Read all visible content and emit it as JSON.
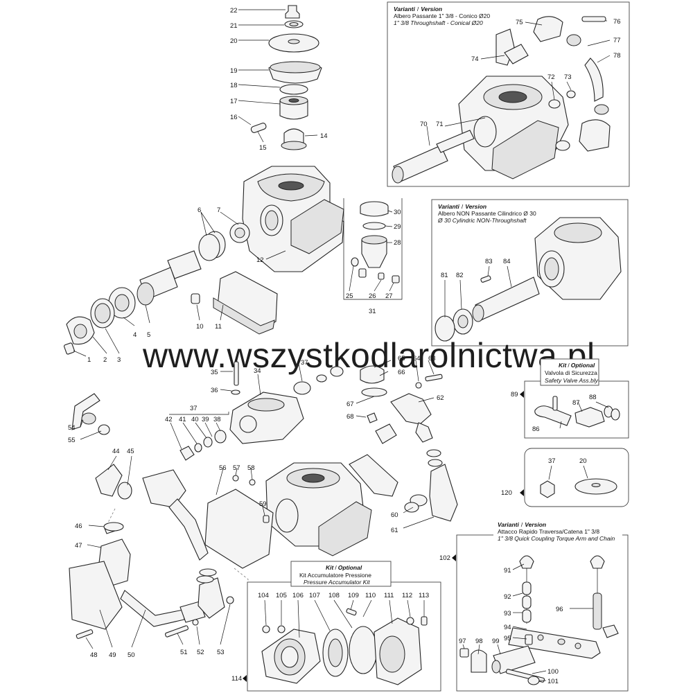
{
  "watermark": "www.wszystkodlarolnictwa.pl",
  "boxes": {
    "version_a": {
      "heading_a": "Varianti",
      "heading_sep": "/",
      "heading_b": "Version",
      "line1": "Albero Passante 1\" 3/8 - Conico Ø20",
      "line2": "1\" 3/8 Throughshaft - Conical Ø20"
    },
    "version_b": {
      "heading_a": "Varianti",
      "heading_sep": "/",
      "heading_b": "Version",
      "line1": "Albero NON Passante Cilindrico Ø 30",
      "line2": "Ø 30 Cylindric NON-Throughshaft"
    },
    "kit_valve": {
      "heading_a": "Kit",
      "heading_sep": "/",
      "heading_b": "Optional",
      "line1": "Valvola di Sicurezza",
      "line2": "Safety Valve Ass.bly",
      "ref": "89"
    },
    "kit_120": {
      "ref": "120"
    },
    "version_c": {
      "heading_a": "Varianti",
      "heading_sep": "/",
      "heading_b": "Version",
      "line1": "Attacco Rapido Traversa/Catena 1\" 3/8",
      "line2": "1\" 3/8 Quick Coupling Torque Arm and Chain",
      "ref": "102"
    },
    "kit_accum": {
      "heading_a": "Kit",
      "heading_sep": "/",
      "heading_b": "Optional",
      "line1": "Kit Accumulatore Pressione",
      "line2": "Pressure Accumulator Kit",
      "ref": "114"
    }
  },
  "parts": {
    "p1": "1",
    "p2": "2",
    "p3": "3",
    "p4": "4",
    "p5": "5",
    "p6": "6",
    "p7": "7",
    "p10": "10",
    "p11": "11",
    "p12": "12",
    "p14": "14",
    "p15": "15",
    "p16": "16",
    "p17": "17",
    "p18": "18",
    "p19": "19",
    "p20": "20",
    "p21": "21",
    "p22": "22",
    "p25": "25",
    "p26": "26",
    "p27": "27",
    "p28": "28",
    "p29": "29",
    "p30": "30",
    "p31": "31",
    "p34": "34",
    "p35": "35",
    "p36": "36",
    "p37": "37",
    "p38": "38",
    "p39": "39",
    "p40": "40",
    "p41": "41",
    "p42": "42",
    "p44": "44",
    "p45": "45",
    "p46": "46",
    "p47": "47",
    "p48": "48",
    "p49": "49",
    "p50": "50",
    "p51": "51",
    "p52": "52",
    "p53": "53",
    "p54": "54",
    "p55": "55",
    "p56": "56",
    "p57": "57",
    "p58": "58",
    "p59": "59",
    "p60": "60",
    "p61": "61",
    "p62": "62",
    "p63": "63",
    "p64": "64",
    "p65": "65",
    "p66": "66",
    "p67": "67",
    "p68": "68",
    "p70": "70",
    "p71": "71",
    "p72": "72",
    "p73": "73",
    "p74": "74",
    "p75": "75",
    "p76": "76",
    "p77": "77",
    "p78": "78",
    "p81": "81",
    "p82": "82",
    "p83": "83",
    "p84": "84",
    "p86": "86",
    "p87": "87",
    "p88": "88",
    "p120_37": "37",
    "p120_20": "20",
    "p91": "91",
    "p92": "92",
    "p93": "93",
    "p94": "94",
    "p95": "95",
    "p96": "96",
    "p97": "97",
    "p98": "98",
    "p99": "99",
    "p100": "100",
    "p101": "101",
    "p104": "104",
    "p105": "105",
    "p106": "106",
    "p107": "107",
    "p108": "108",
    "p109": "109",
    "p110": "110",
    "p111": "111",
    "p112": "112",
    "p113": "113"
  }
}
